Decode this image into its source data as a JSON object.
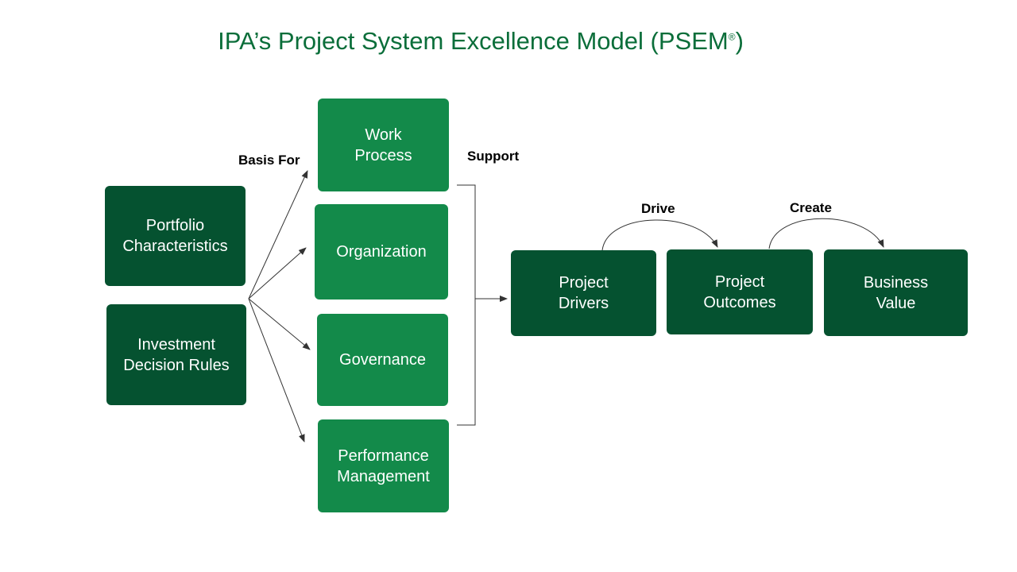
{
  "title": {
    "text": "IPA’s Project System Excellence Model (PSEM",
    "registered": "®",
    "close": ")"
  },
  "inputs": [
    {
      "id": "portfolio",
      "label": "Portfolio\nCharacteristics"
    },
    {
      "id": "investment",
      "label": "Investment\nDecision Rules"
    }
  ],
  "systems": [
    {
      "id": "work-process",
      "label": "Work\nProcess"
    },
    {
      "id": "organization",
      "label": "Organization"
    },
    {
      "id": "governance",
      "label": "Governance"
    },
    {
      "id": "performance",
      "label": "Performance\nManagement"
    }
  ],
  "outcomes": [
    {
      "id": "drivers",
      "label": "Project\nDrivers"
    },
    {
      "id": "outcomes",
      "label": "Project\nOutcomes"
    },
    {
      "id": "value",
      "label": "Business\nValue"
    }
  ],
  "relations": {
    "basis_for": "Basis For",
    "support": "Support",
    "drive": "Drive",
    "create": "Create"
  },
  "colors": {
    "title": "#0b6e3a",
    "dark_box": "#055230",
    "mid_box": "#138a4a",
    "connector": "#333333"
  }
}
